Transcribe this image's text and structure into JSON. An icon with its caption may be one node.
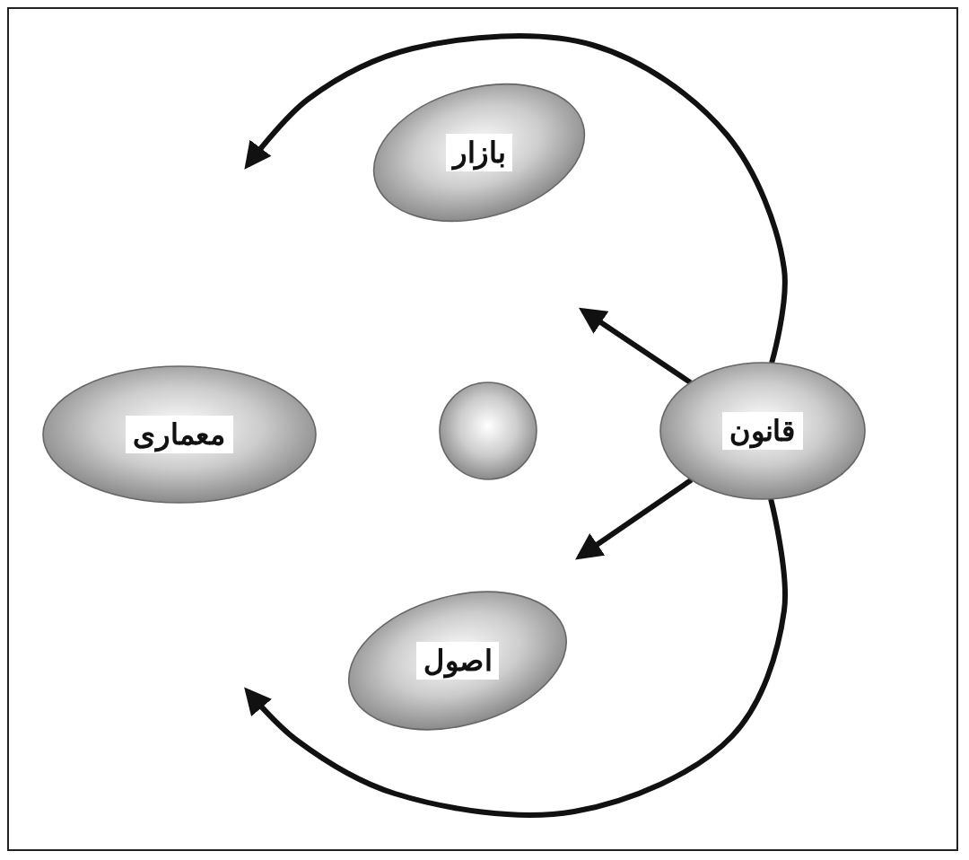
{
  "diagram": {
    "nodes": [
      {
        "text": [
          "بازار"
        ]
      },
      {
        "text": [
          "معماری"
        ]
      },
      {
        "text": [],
        "shape": "circle"
      },
      {
        "text": [
          "قانون"
        ]
      },
      {
        "text": [
          "اصول"
        ]
      }
    ],
    "edges": [
      {
        "from": 3,
        "to": null,
        "arrow": "to"
      },
      {
        "from": 3,
        "to": null,
        "arrow": "to"
      },
      {
        "from": 3,
        "to": null,
        "arrow": "to"
      },
      {
        "from": 3,
        "to": null,
        "arrow": "to"
      }
    ]
  }
}
